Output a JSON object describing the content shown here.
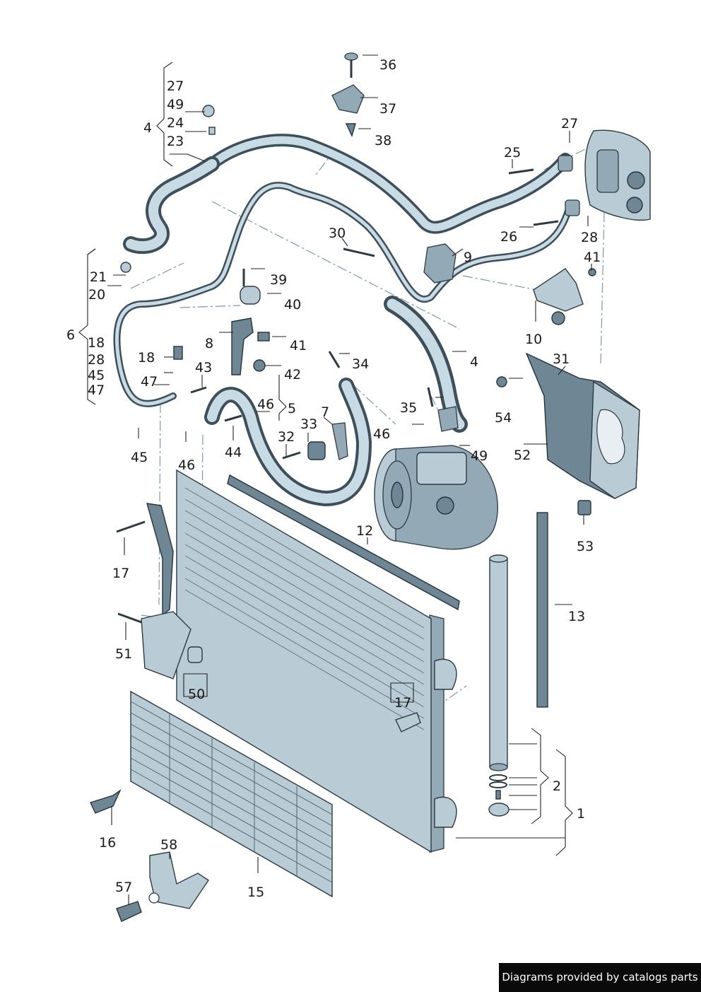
{
  "diagram": {
    "callouts": {
      "c1": "1",
      "c2": "2",
      "c4a": "4",
      "c4b": "4",
      "c5": "5",
      "c6": "6",
      "c7": "7",
      "c8": "8",
      "c9": "9",
      "c10": "10",
      "c12": "12",
      "c13": "13",
      "c15": "15",
      "c16": "16",
      "c17a": "17",
      "c17b": "17",
      "c18a": "18",
      "c18b": "18",
      "c20": "20",
      "c21": "21",
      "c23": "23",
      "c24": "24",
      "c25": "25",
      "c26": "26",
      "c27a": "27",
      "c27b": "27",
      "c28a": "28",
      "c28b": "28",
      "c30": "30",
      "c31": "31",
      "c32": "32",
      "c33": "33",
      "c34": "34",
      "c35": "35",
      "c36": "36",
      "c37": "37",
      "c38": "38",
      "c39": "39",
      "c40": "40",
      "c41a": "41",
      "c41b": "41",
      "c42": "42",
      "c43": "43",
      "c44": "44",
      "c45a": "45",
      "c45b": "45",
      "c46a": "46",
      "c46b": "46",
      "c46c": "46",
      "c47a": "47",
      "c47b": "47",
      "c49a": "49",
      "c49b": "49",
      "c50": "50",
      "c51": "51",
      "c52": "52",
      "c53": "53",
      "c54": "54",
      "c57": "57",
      "c58": "58"
    }
  },
  "credit": {
    "text": "Diagrams provided by catalogs parts"
  },
  "colors": {
    "part_fill": "#b9ccd6",
    "part_dark": "#6f8694",
    "outline": "#2c3a42",
    "leader": "#222222",
    "banner_bg": "#0a0a0a"
  }
}
